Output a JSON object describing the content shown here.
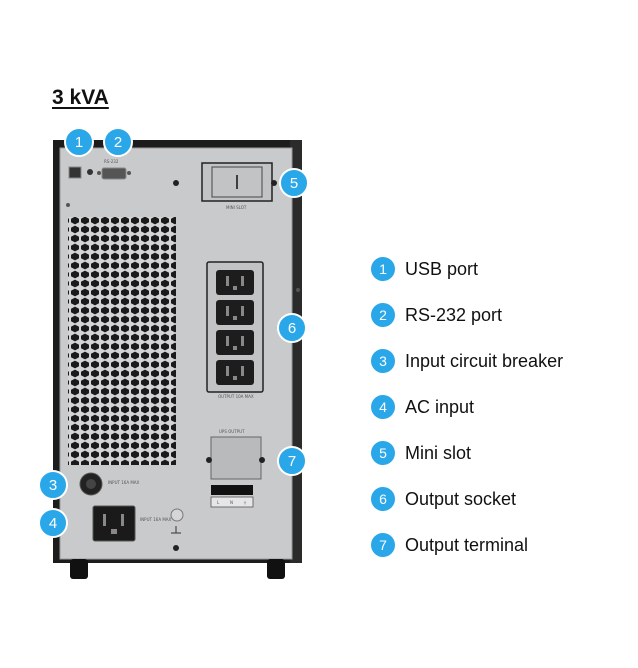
{
  "title": "3 kVA",
  "device_labels": {
    "rs232": "RS-232",
    "mini_slot": "MINI SLOT",
    "output_socket": "OUTPUT 10A MAX",
    "ups_output": "UPS OUTPUT",
    "breaker": "INPUT 16A MAX",
    "ac_input": "INPUT 16A MAX",
    "terminal_l": "L",
    "terminal_n": "N",
    "terminal_g": "⏚"
  },
  "callouts": [
    {
      "num": "1",
      "label": "USB port"
    },
    {
      "num": "2",
      "label": "RS-232 port"
    },
    {
      "num": "3",
      "label": "Input circuit breaker"
    },
    {
      "num": "4",
      "label": "AC input"
    },
    {
      "num": "5",
      "label": "Mini slot"
    },
    {
      "num": "6",
      "label": "Output socket"
    },
    {
      "num": "7",
      "label": "Output terminal"
    }
  ],
  "colors": {
    "accent": "#2aa7e8",
    "cabinet": "#1c1c1c",
    "panel": "#c9cacc"
  }
}
